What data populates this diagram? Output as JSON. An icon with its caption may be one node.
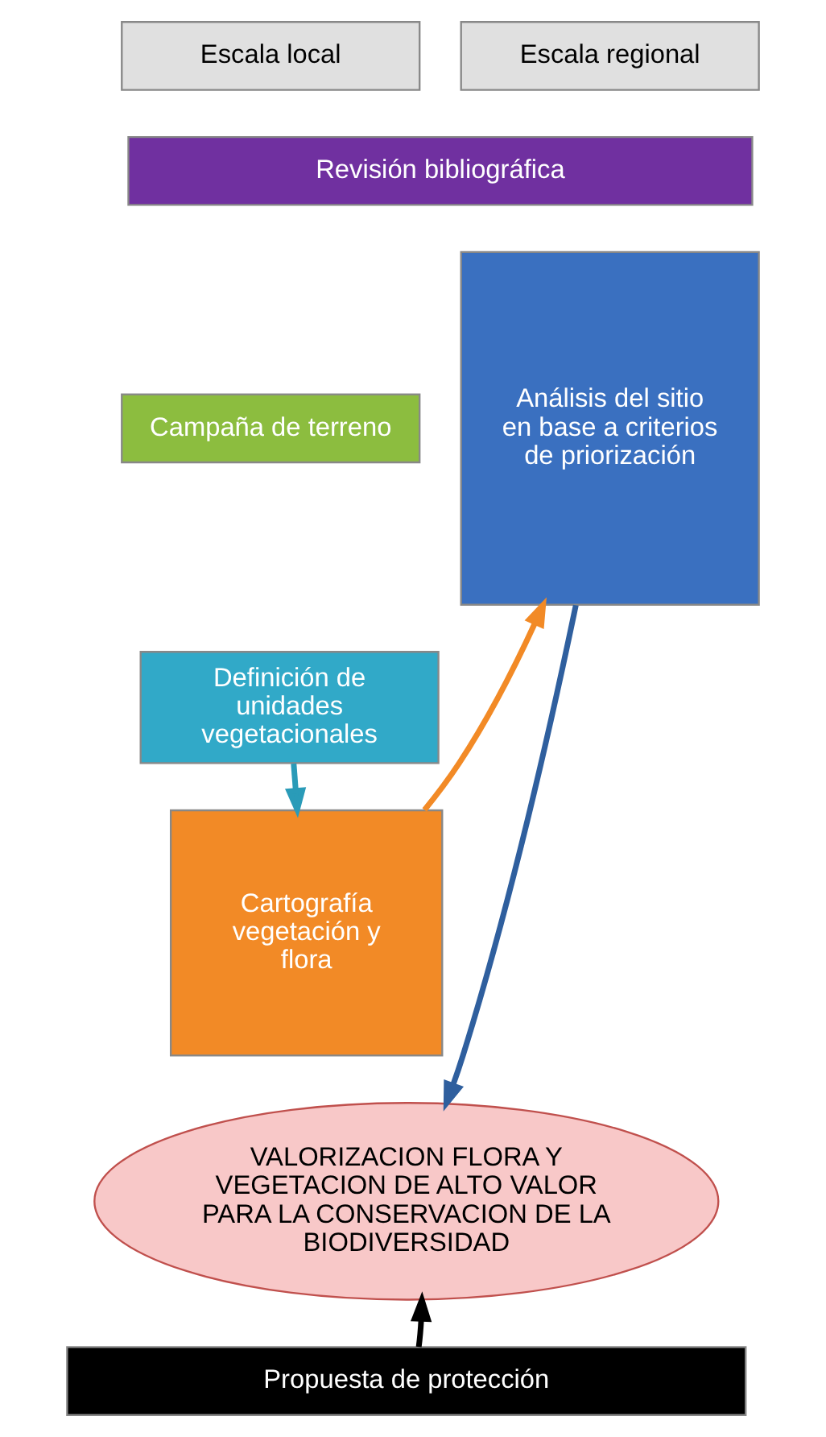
{
  "diagram": {
    "nodes": [
      {
        "text": [
          "Escala local"
        ]
      },
      {
        "text": [
          "Escala regional"
        ]
      },
      {
        "text": [
          "Revisión bibliográfica"
        ]
      },
      {
        "text": [
          "Campaña de terreno"
        ]
      },
      {
        "text": [
          "Definición de unidades vegetacionales"
        ]
      },
      {
        "text": [
          "Análisis del sitio en base a criterios de priorización"
        ]
      },
      {
        "text": [
          "Cartografía vegetación y flora"
        ]
      },
      {
        "text": [
          "VALORIZACION FLORA Y VEGETACION DE ALTO VALOR PARA LA CONSERVACION DE LA BIODIVERSIDAD"
        ]
      },
      {
        "text": [
          "Propuesta de protección"
        ]
      }
    ],
    "edges": [
      {
        "from": 4,
        "to": 6,
        "arrow": "to",
        "color": "#2a9bb8"
      },
      {
        "from": 6,
        "to": 5,
        "arrow": "to",
        "color": "#f28a26"
      },
      {
        "from": 5,
        "to": 7,
        "arrow": "to",
        "color": "#2f5f9e"
      },
      {
        "from": 8,
        "to": 7,
        "arrow": "to",
        "color": "#000000"
      }
    ]
  }
}
